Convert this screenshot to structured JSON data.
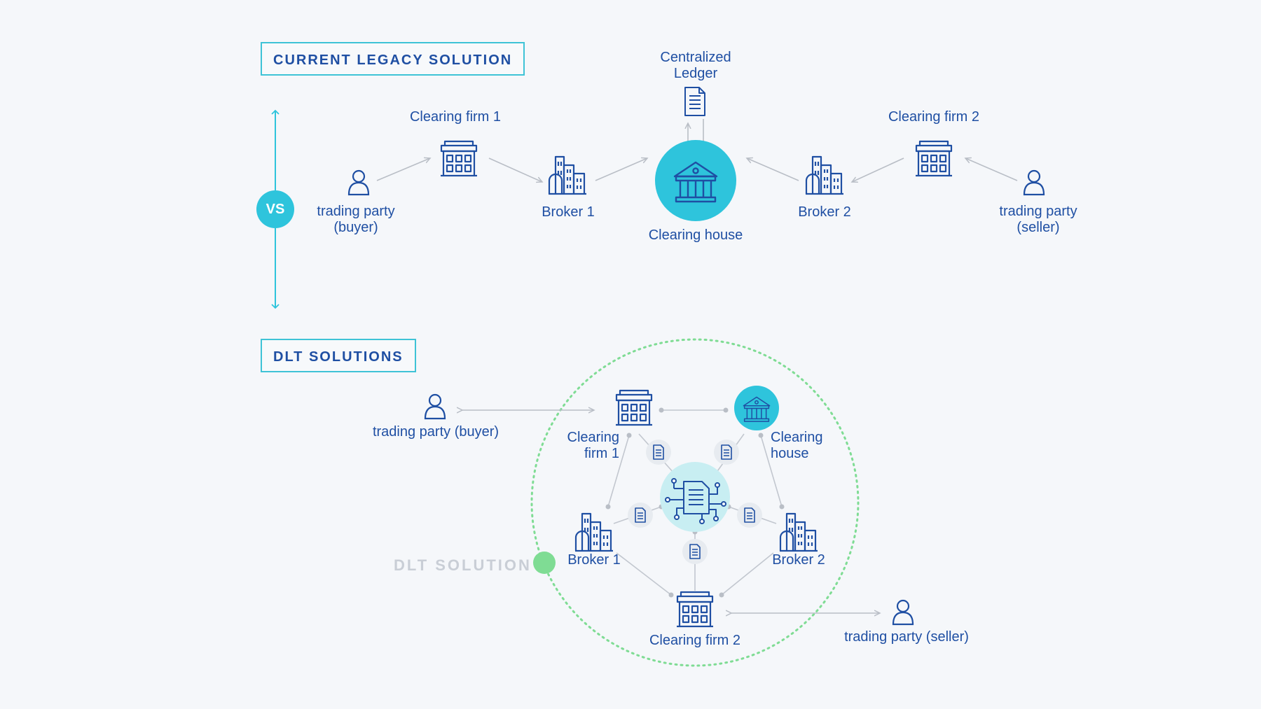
{
  "sections": {
    "legacy_title": "CURRENT LEGACY SOLUTION",
    "dlt_title": "DLT SOLUTIONS",
    "vs": "VS"
  },
  "legacy": {
    "buyer": [
      "trading party",
      "(buyer)"
    ],
    "clearing_firm_1": "Clearing firm 1",
    "broker_1": "Broker 1",
    "centralized_ledger": [
      "Centralized",
      "Ledger"
    ],
    "clearing_house": "Clearing house",
    "broker_2": "Broker 2",
    "clearing_firm_2": "Clearing firm 2",
    "seller": [
      "trading party",
      "(seller)"
    ]
  },
  "dlt": {
    "buyer": "trading party (buyer)",
    "clearing_firm_1": [
      "Clearing",
      "firm 1"
    ],
    "clearing_house": [
      "Clearing",
      "house"
    ],
    "broker_1": "Broker 1",
    "broker_2": "Broker 2",
    "clearing_firm_2": "Clearing firm 2",
    "seller": "trading party (seller)",
    "watermark": "DLT SOLUTION"
  },
  "colors": {
    "accent": "#2ec4dc",
    "text": "#1f4fa3",
    "connector": "#c2c7cf",
    "dotted_ring": "#7fdc94",
    "hub_fill": "#c8eef2"
  },
  "icons": [
    "person-icon",
    "building-icon",
    "city-icon",
    "bank-icon",
    "document-icon",
    "circuit-document-icon",
    "link-icon"
  ]
}
